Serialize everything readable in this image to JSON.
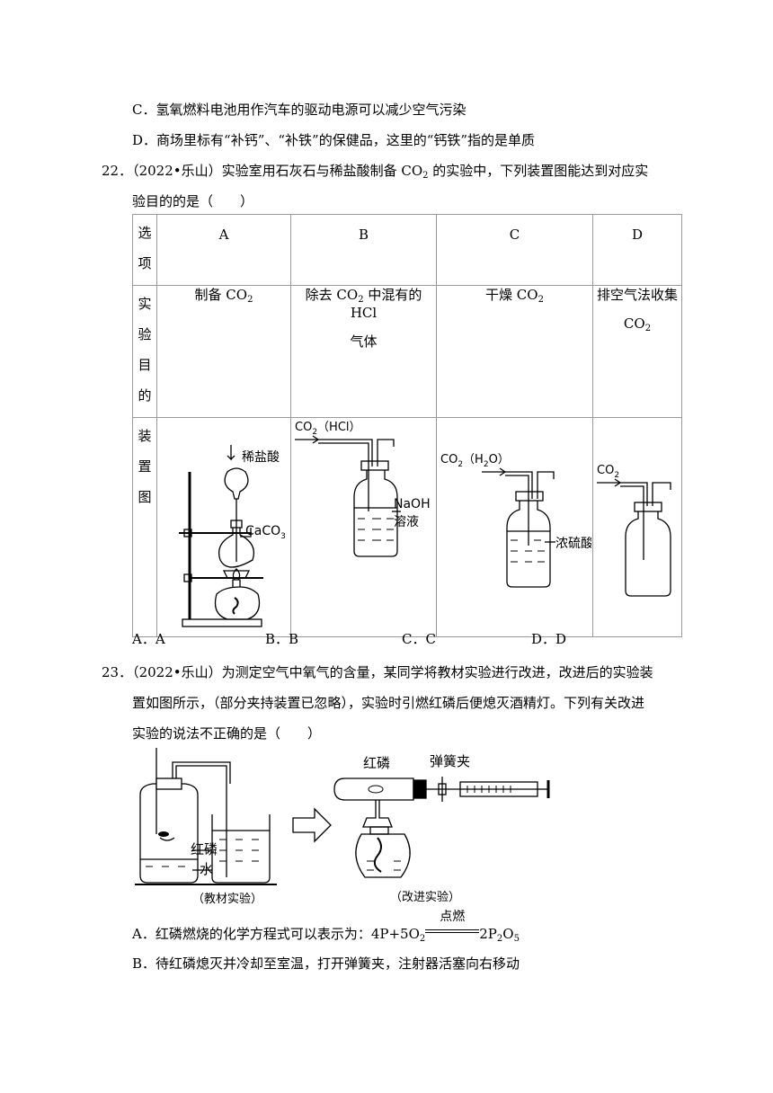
{
  "prev_options": {
    "C": "C．氢氧燃料电池用作汽车的驱动电源可以减少空气污染",
    "D": "D．商场里标有“补钙”、“补铁”的保健品，这里的“钙铁”指的是单质"
  },
  "q22": {
    "stem_line1_a": "22．（2022•乐山）实验室用石灰石与稀盐酸制备 CO",
    "stem_line1_sub": "2",
    "stem_line1_b": " 的实验中，下列装置图能达到对应实",
    "stem_line2": "验目的的是（　　）",
    "header_col": "选项",
    "cols": [
      "A",
      "B",
      "C",
      "D"
    ],
    "purpose_header": "实验目的",
    "purpose": {
      "A_a": "制备 CO",
      "A_sub": "2",
      "B_line1_a": "除去 CO",
      "B_line1_sub": "2",
      "B_line1_b": " 中混有的 HCl",
      "B_line2": "气体",
      "C_a": "干燥 CO",
      "C_sub": "2",
      "D_line1": "排空气法收集",
      "D_line2_a": "CO",
      "D_line2_sub": "2"
    },
    "device_header": "装置图",
    "fig_labels": {
      "A_acid": "稀盐酸",
      "A_solid": "CaCO",
      "A_solid_sub": "3",
      "B_gas": "CO",
      "B_gas_sub": "2",
      "B_gas_tail": "（HCl）",
      "B_reagent1": "NaOH",
      "B_reagent2": "溶液",
      "C_gas": "CO",
      "C_gas_sub": "2",
      "C_gas_tail": "（H",
      "C_gas_sub2": "2",
      "C_gas_tail2": "O）",
      "C_reagent": "浓硫酸",
      "D_gas": "CO",
      "D_gas_sub": "2"
    },
    "options": [
      "A．A",
      "B．B",
      "C．C",
      "D．D"
    ]
  },
  "q23": {
    "stem_line1": "23．（2022•乐山）为测定空气中氧气的含量，某同学将教材实验进行改进，改进后的实验装",
    "stem_line2": "置如图所示，（部分夹持装置已忽略），实验时引燃红磷后便熄灭酒精灯。下列有关改进",
    "stem_line3": "实验的说法不正确的是（　　）",
    "fig_labels": {
      "left_p": "红磷",
      "left_water": "水",
      "left_caption": "（教材实验）",
      "right_p": "红磷",
      "right_clip": "弹簧夹",
      "right_caption": "（改进实验）"
    },
    "optA_a": "A．红磷燃烧的化学方程式可以表示为：4P+5O",
    "optA_sub1": "2",
    "optA_cond": "点燃",
    "optA_b": "2P",
    "optA_sub2": "2",
    "optA_c": "O",
    "optA_sub3": "5",
    "optB": "B．待红磷熄灭并冷却至室温，打开弹簧夹，注射器活塞向右移动"
  }
}
